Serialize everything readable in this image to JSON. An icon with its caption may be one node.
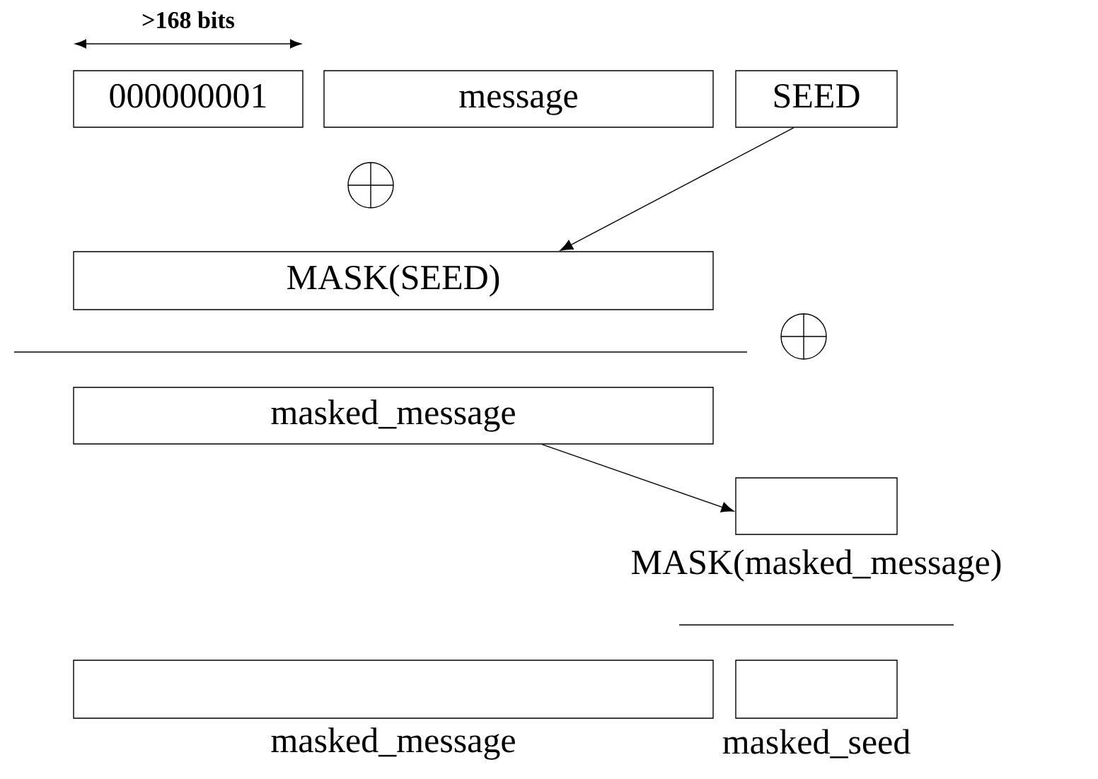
{
  "diagram": {
    "nodes": [
      {
        "text": [
          "000000001"
        ]
      },
      {
        "text": [
          "message"
        ]
      },
      {
        "text": [
          "SEED"
        ]
      },
      {
        "text": [
          "MASK(SEED)"
        ]
      },
      {
        "text": [
          "masked_message"
        ]
      },
      {
        "text": [],
        "shape": "box",
        "beside": [
          "MASK(masked_message)"
        ]
      },
      {
        "text": [],
        "shape": "box",
        "beside": [
          "masked_message"
        ]
      },
      {
        "text": [],
        "shape": "box",
        "beside": [
          "masked_seed"
        ]
      }
    ],
    "edges": [
      {
        "from": 2,
        "to": 3,
        "arrow": "to"
      },
      {
        "from": 4,
        "to": 5,
        "arrow": "to"
      }
    ],
    "labels": [
      ">168 bits"
    ]
  }
}
